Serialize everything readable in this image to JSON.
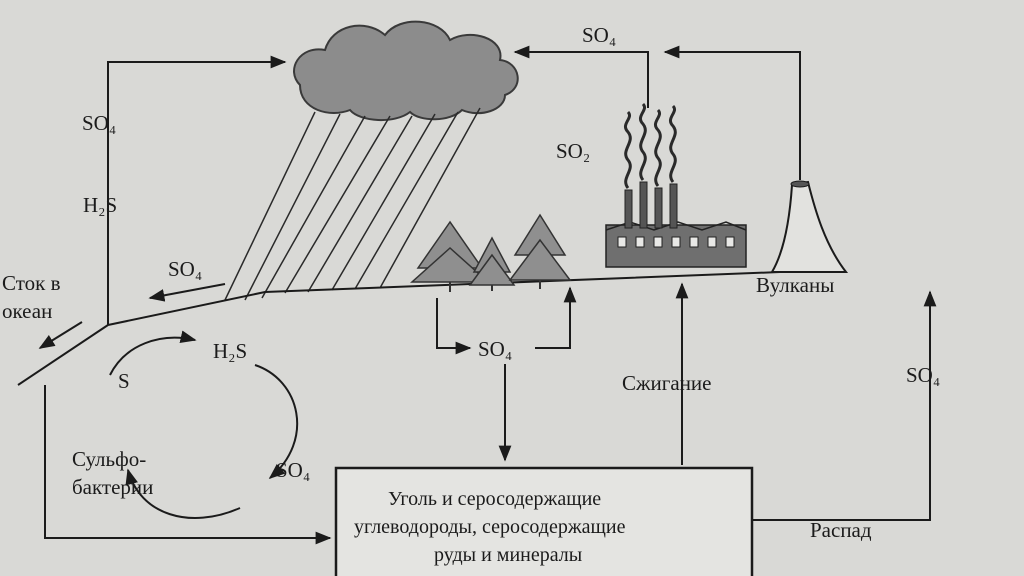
{
  "labels": {
    "so4_top": "SO₄",
    "so4_left": "SO₄",
    "h2s_left": "H₂S",
    "runoff_line1": "Сток в",
    "runoff_line2": "океан",
    "so4_runoff": "SO₄",
    "so2_factory": "SO₂",
    "so4_soil": "SO₄",
    "volcanoes": "Вулканы",
    "combustion": "Сжигание",
    "so4_right": "SO₄",
    "decay": "Распад",
    "h2s_cycle": "H₂S",
    "s_cycle": "S",
    "bacteria_line1": "Сульфо-",
    "bacteria_line2": "бактерии",
    "so4_cycle": "SO₄",
    "reservoir_line1": "Уголь и серосодержащие",
    "reservoir_line2": "углеводороды, серосодержащие",
    "reservoir_line3": "руды и минералы"
  },
  "colors": {
    "background": "#d9d9d6",
    "ink": "#1b1b1b",
    "cloud": "#8c8c8c",
    "trees": "#8f8f8f",
    "factory": "#6f6f6f"
  }
}
